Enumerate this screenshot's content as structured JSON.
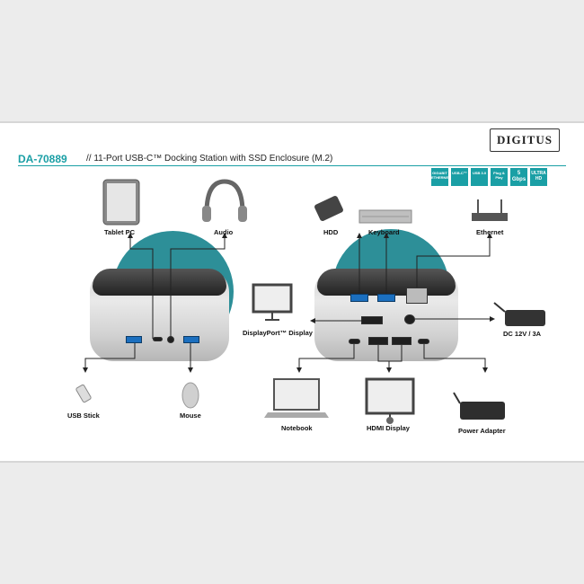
{
  "header": {
    "model_code": "DA-70889",
    "title": "// 11-Port USB-C™ Docking Station with SSD Enclosure (M.2)",
    "brand": "DIGITUS"
  },
  "badges": [
    {
      "line1": "GIGABIT",
      "line2": "ETHERNET"
    },
    {
      "line1": "USB-C™",
      "line2": ""
    },
    {
      "line1": "USB 3.0",
      "line2": ""
    },
    {
      "line1": "Plug & Play",
      "line2": ""
    },
    {
      "line1": "5",
      "line2": "Gbps"
    },
    {
      "line1": "ULTRA",
      "line2": "HD"
    }
  ],
  "labels": {
    "tablet": "Tablet PC",
    "audio": "Audio",
    "usb_stick": "USB Stick",
    "mouse": "Mouse",
    "hdd": "HDD",
    "keyboard": "Keyboard",
    "ethernet": "Ethernet",
    "displayport": "DisplayPort™ Display",
    "dc": "DC 12V / 3A",
    "notebook": "Notebook",
    "hdmi": "HDMI Display",
    "power_adapter": "Power Adapter"
  },
  "colors": {
    "accent": "#1a9fa5",
    "teal_circle": "#2d8f98",
    "usb_blue": "#1b6fbf"
  }
}
